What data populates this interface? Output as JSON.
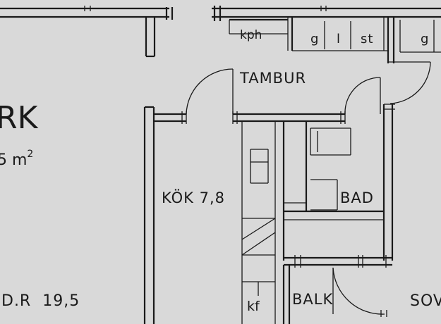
{
  "plan": {
    "rooms": {
      "tambur": "TAMBUR",
      "kok": "KÖK 7,8",
      "bad": "BAD",
      "balk": "BALK",
      "dr": "D.R  19,5",
      "sov": "SOV",
      "rk": "RK",
      "area": "5 m",
      "area_sup": "2"
    },
    "fixtures": {
      "kph": "kph",
      "g1": "g",
      "l": "l",
      "st": "st",
      "g2": "g",
      "kf": "kf"
    }
  }
}
